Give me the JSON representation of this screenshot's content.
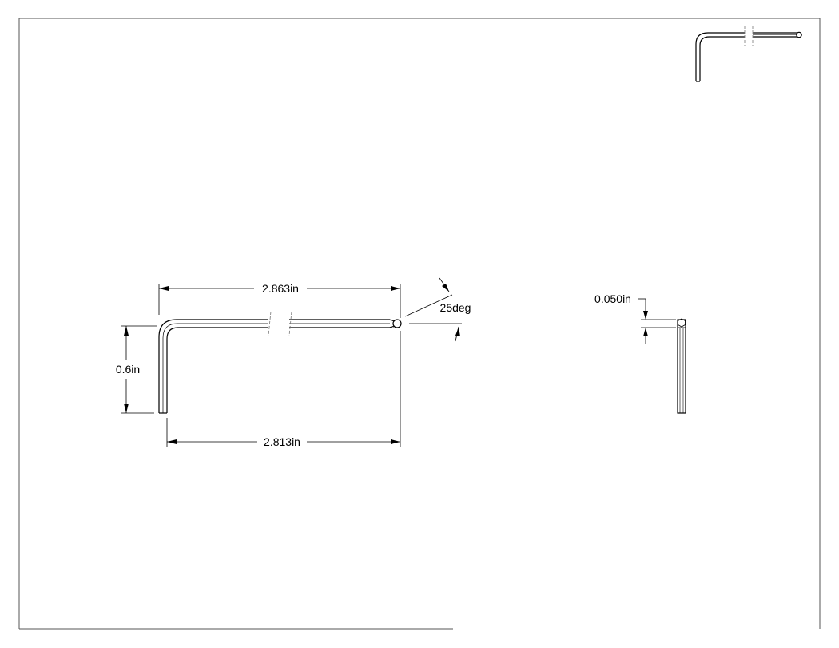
{
  "dimensions": {
    "top_length": "2.863in",
    "bottom_length": "2.813in",
    "height": "0.6in",
    "angle": "25deg",
    "diameter": "0.050in"
  },
  "colors": {
    "line": "#000000",
    "frame": "#555555",
    "center_line": "#777777"
  }
}
